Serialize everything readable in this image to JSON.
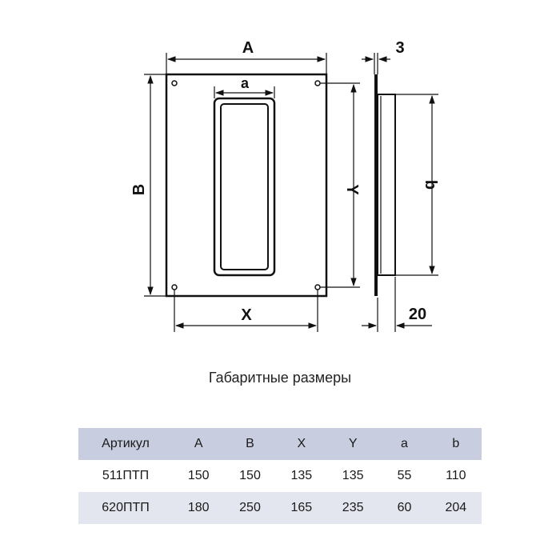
{
  "drawing": {
    "front_labels": {
      "width_outer": "A",
      "height_outer": "B",
      "opening_width": "a",
      "holes_horizontal": "X",
      "holes_vertical": "Y"
    },
    "side_labels": {
      "flange_thickness": "3",
      "opening_height": "b",
      "spigot_depth": "20"
    }
  },
  "caption": "Габаритные размеры",
  "table": {
    "headers": [
      "Артикул",
      "A",
      "B",
      "X",
      "Y",
      "a",
      "b"
    ],
    "rows": [
      [
        "511ПТП",
        "150",
        "150",
        "135",
        "135",
        "55",
        "110"
      ],
      [
        "620ПТП",
        "180",
        "250",
        "165",
        "235",
        "60",
        "204"
      ]
    ]
  }
}
